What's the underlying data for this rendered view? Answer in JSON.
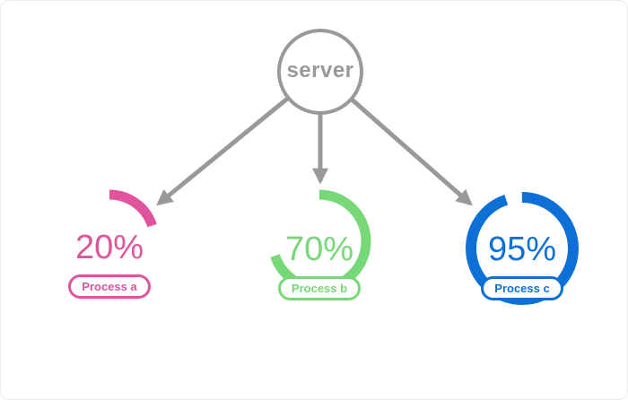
{
  "colors": {
    "gray": "#999999",
    "pink": "#e0549d",
    "green": "#77d877",
    "blue": "#0d70d6",
    "bg": "#ffffff"
  },
  "server": {
    "label": "server"
  },
  "processes": [
    {
      "name": "Process a",
      "percent": 20,
      "percent_label": "20%",
      "color_key": "pink"
    },
    {
      "name": "Process b",
      "percent": 70,
      "percent_label": "70%",
      "color_key": "green"
    },
    {
      "name": "Process c",
      "percent": 95,
      "percent_label": "95%",
      "color_key": "blue"
    }
  ],
  "chart_data": {
    "type": "pie",
    "note": "three gauge (doughnut) arcs, each starts at 12 o'clock sweeping clockwise",
    "categories": [
      "Process a",
      "Process b",
      "Process c"
    ],
    "values": [
      20,
      70,
      95
    ],
    "title": "",
    "legend_position": "none"
  }
}
